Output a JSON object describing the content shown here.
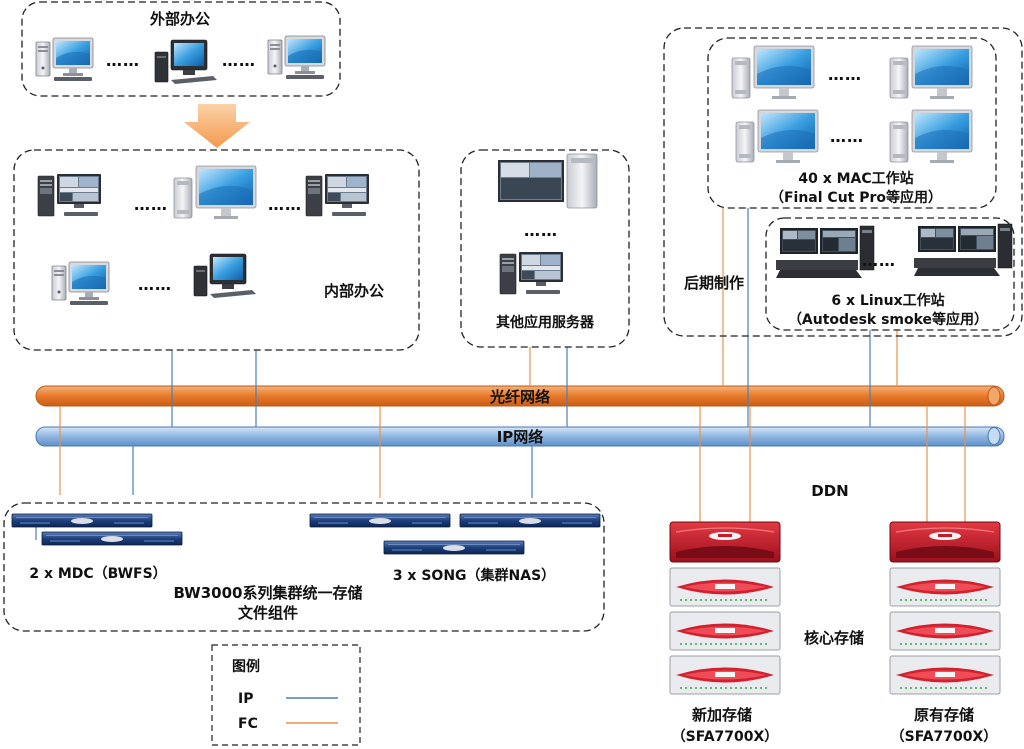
{
  "groups": {
    "external_office": "外部办公",
    "internal_office": "内部办公",
    "other_servers": "其他应用服务器",
    "post_production": "后期制作",
    "mac_title": "40 x MAC工作站",
    "mac_sub": "（Final Cut Pro等应用）",
    "linux_title": "6 x Linux工作站",
    "linux_sub": "（Autodesk smoke等应用）"
  },
  "networks": {
    "fiber": "光纤网络",
    "ip": "IP网络"
  },
  "storage_cluster": {
    "mdc": "2 x MDC（BWFS）",
    "song": "3 x SONG（集群NAS）",
    "title_line1": "BW3000系列集群统一存储",
    "title_line2": "文件组件"
  },
  "ddn": {
    "label": "DDN",
    "core": "核心存储",
    "new_name": "新加存储",
    "new_model": "（SFA7700X）",
    "old_name": "原有存储",
    "old_model": "（SFA7700X）"
  },
  "legend": {
    "title": "图例",
    "ip": "IP",
    "fc": "FC"
  },
  "dots": "……",
  "colors": {
    "ip_line": "#4a7fc0",
    "fc_line": "#e8924a",
    "fiber_bar": "#e8792a",
    "ip_bar": "#8fb6e2",
    "ddn_red": "#c8192a"
  }
}
